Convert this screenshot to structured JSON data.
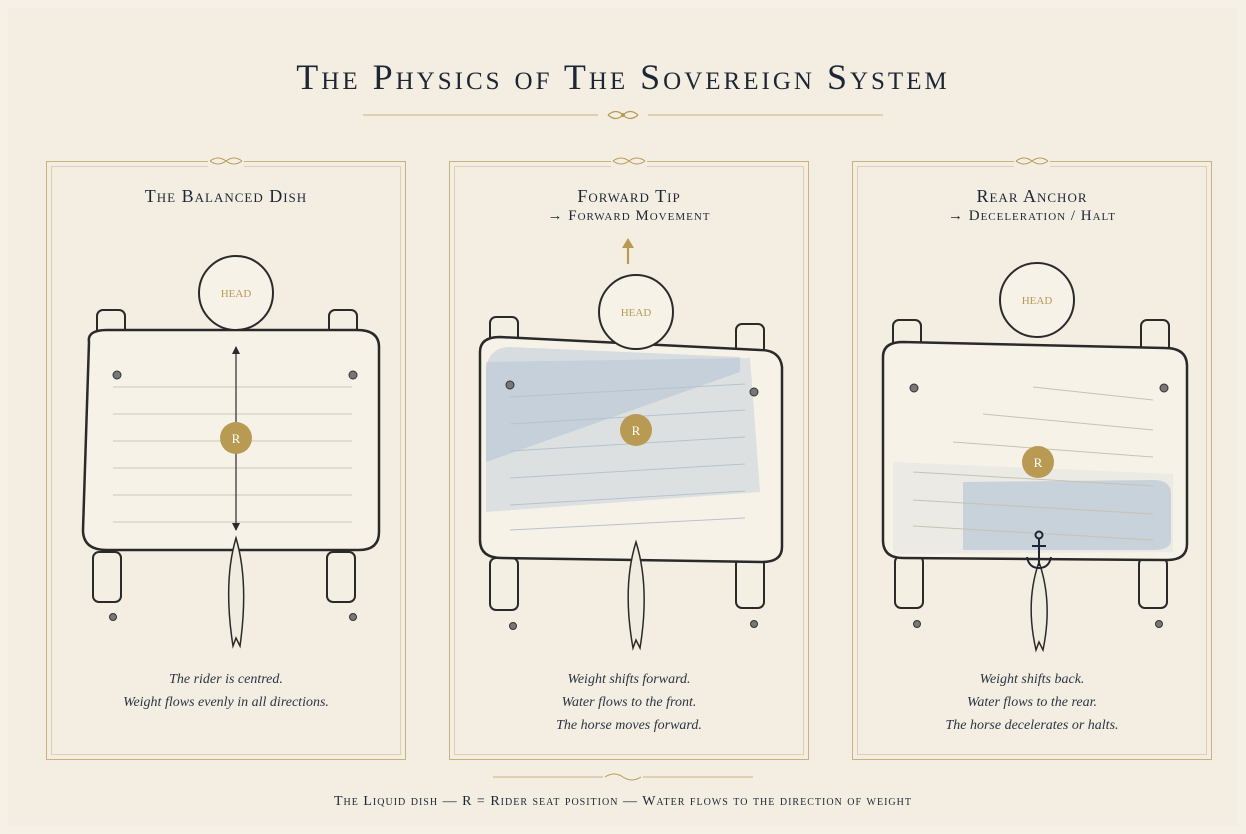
{
  "title": "The Physics of The Sovereign System",
  "panels": [
    {
      "title": "The Balanced Dish",
      "subtitle": "",
      "head_label": "HEAD",
      "rider_label": "R",
      "caption": [
        "The rider is centred.",
        "Weight flows evenly in all directions."
      ]
    },
    {
      "title": "Forward Tip",
      "subtitle": "→ Forward Movement",
      "head_label": "HEAD",
      "rider_label": "R",
      "caption": [
        "Weight shifts forward.",
        "Water flows to the front.",
        "The horse moves forward."
      ]
    },
    {
      "title": "Rear Anchor",
      "subtitle": "→ Deceleration / Halt",
      "head_label": "HEAD",
      "rider_label": "R",
      "caption": [
        "Weight shifts back.",
        "Water flows to the rear.",
        "The horse decelerates or halts."
      ]
    }
  ],
  "footer": "The Liquid dish — R = Rider seat position — Water flows to the direction of weight",
  "colors": {
    "background": "#f3eee1",
    "ink": "#2a2a2a",
    "gold": "#b89a52",
    "water": "#9bb4cf",
    "title": "#1e2636"
  },
  "icons": [
    "flourish-ornament",
    "up-arrow-icon",
    "anchor-icon",
    "tail-icon",
    "rider-badge"
  ]
}
